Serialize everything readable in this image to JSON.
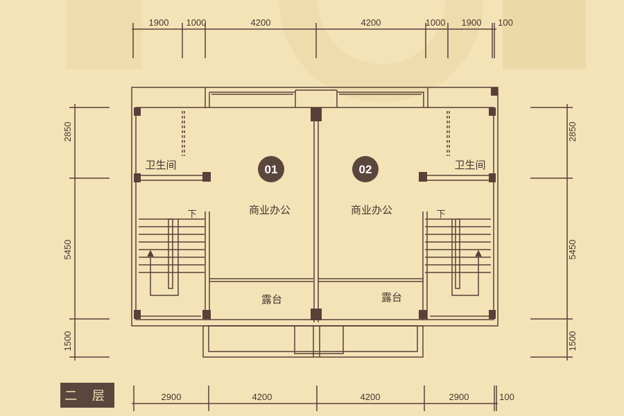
{
  "floor_label": "二 层",
  "top_dimensions": [
    "1900",
    "1000",
    "4200",
    "4200",
    "1000",
    "1900",
    "100"
  ],
  "bottom_dimensions": [
    "2900",
    "4200",
    "4200",
    "2900",
    "100"
  ],
  "left_dimensions": [
    "2850",
    "5450",
    "1500"
  ],
  "right_dimensions": [
    "2850",
    "5450",
    "1500"
  ],
  "units": [
    {
      "number": "01",
      "room": "商业办公",
      "bathroom": "卫生间",
      "terrace": "露台",
      "stair": "下"
    },
    {
      "number": "02",
      "room": "商业办公",
      "bathroom": "卫生间",
      "terrace": "露台",
      "stair": "下"
    }
  ],
  "colors": {
    "background": "#f4e3b7",
    "line": "#5a4038",
    "badge": "#5b463e"
  }
}
